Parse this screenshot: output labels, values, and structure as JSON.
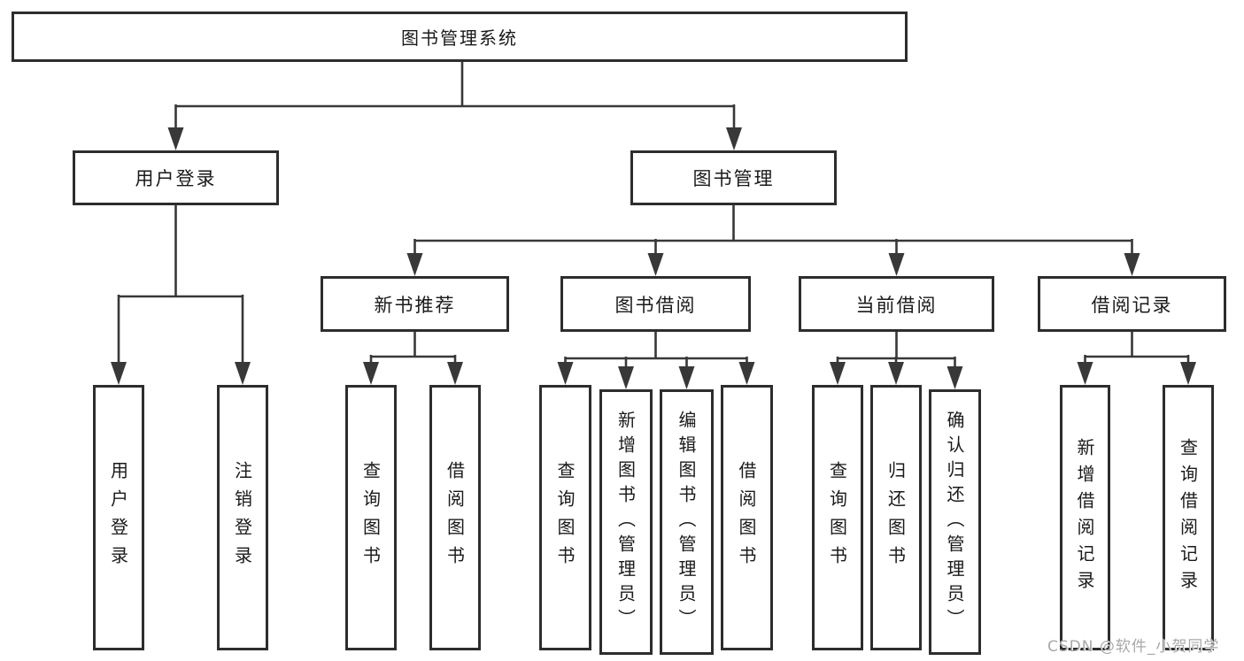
{
  "tree": {
    "label": "图书管理系统",
    "children": [
      {
        "label": "用户登录",
        "children": [
          {
            "label": "用户登录"
          },
          {
            "label": "注销登录"
          }
        ]
      },
      {
        "label": "图书管理",
        "children": [
          {
            "label": "新书推荐",
            "children": [
              {
                "label": "查询图书"
              },
              {
                "label": "借阅图书"
              }
            ]
          },
          {
            "label": "图书借阅",
            "children": [
              {
                "label": "查询图书"
              },
              {
                "label": "新增图书（管理员）"
              },
              {
                "label": "编辑图书（管理员）"
              },
              {
                "label": "借阅图书"
              }
            ]
          },
          {
            "label": "当前借阅",
            "children": [
              {
                "label": "查询图书"
              },
              {
                "label": "归还图书"
              },
              {
                "label": "确认归还（管理员）"
              }
            ]
          },
          {
            "label": "借阅记录",
            "children": [
              {
                "label": "新增借阅记录"
              },
              {
                "label": "查询借阅记录"
              }
            ]
          }
        ]
      }
    ]
  },
  "watermark": {
    "text": "CSDN @软件_小贺同学"
  },
  "colors": {
    "line": "#383838",
    "box_border": "#2d2d2d",
    "text": "#1a1a1a",
    "watermark": "#a8a8a8",
    "background": "#ffffff"
  }
}
